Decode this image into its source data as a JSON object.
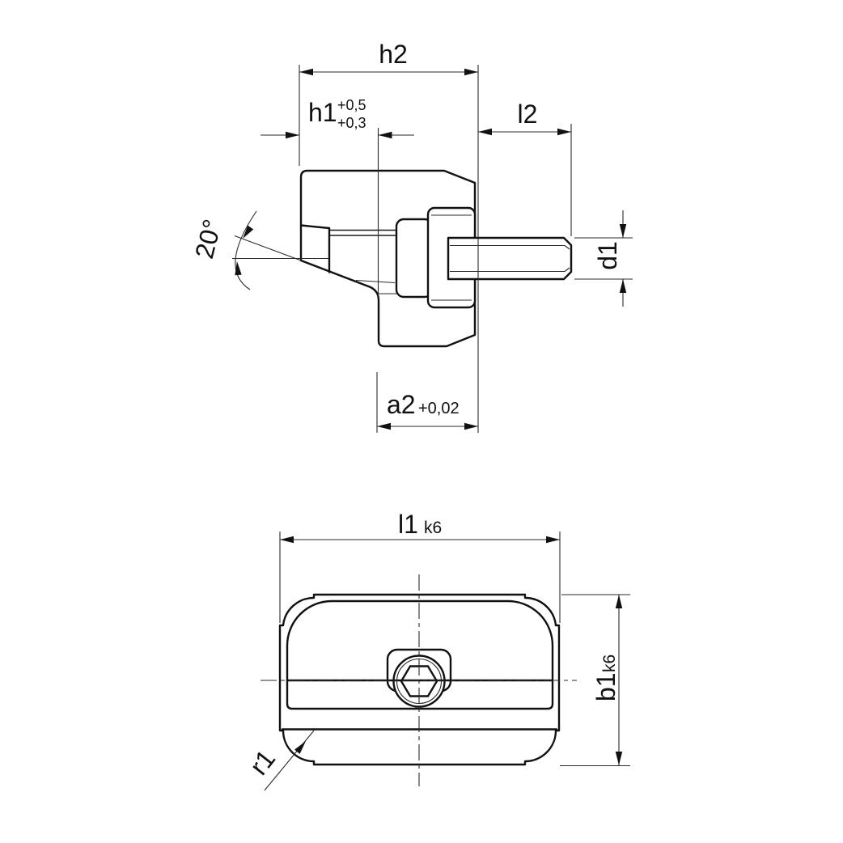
{
  "drawing": {
    "colors": {
      "background": "#ffffff",
      "lines": "#111111"
    },
    "dimensions": {
      "h2": {
        "label": "h2"
      },
      "h1": {
        "label": "h1",
        "tol_upper": "+0,5",
        "tol_lower": "+0,3"
      },
      "l2": {
        "label": "l2"
      },
      "d1": {
        "label": "d1"
      },
      "angle": {
        "label": "20°"
      },
      "a2": {
        "label": "a2",
        "tolerance": "+0,02"
      },
      "l1": {
        "label": "l1",
        "fit": "k6"
      },
      "b1": {
        "label": "b1",
        "fit": "k6"
      },
      "r1": {
        "label": "r1"
      }
    }
  }
}
